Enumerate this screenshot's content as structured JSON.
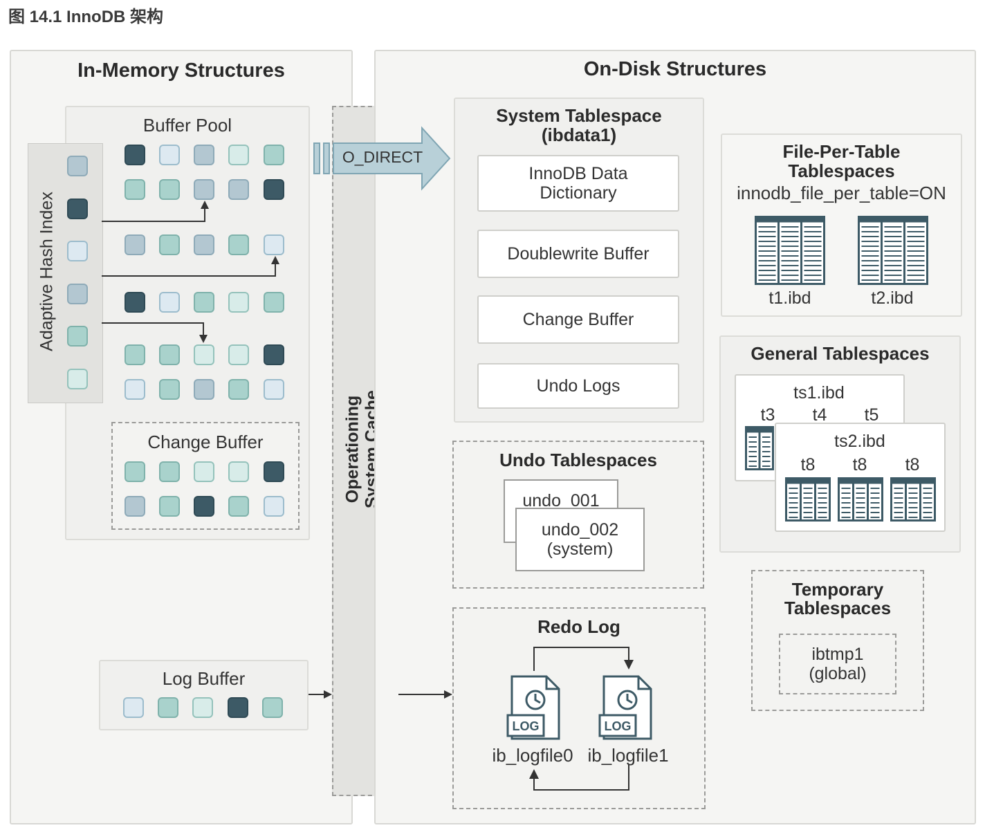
{
  "caption": "图 14.1 InnoDB 架构",
  "in_memory": {
    "title": "In-Memory Structures",
    "buffer_pool": "Buffer Pool",
    "adaptive_hash_index": "Adaptive Hash Index",
    "change_buffer": "Change Buffer",
    "log_buffer": "Log Buffer"
  },
  "os_cache": {
    "line1": "Operationing",
    "line2": "System Cache",
    "o_direct": "O_DIRECT"
  },
  "on_disk": {
    "title": "On-Disk Structures",
    "system_tablespace": {
      "title1": "System Tablespace",
      "title2": "(ibdata1)",
      "items": [
        {
          "line1": "InnoDB Data",
          "line2": "Dictionary"
        },
        {
          "line1": "Doublewrite Buffer",
          "line2": ""
        },
        {
          "line1": "Change Buffer",
          "line2": ""
        },
        {
          "line1": "Undo Logs",
          "line2": ""
        }
      ]
    },
    "file_per_table": {
      "title1": "File-Per-Table",
      "title2": "Tablespaces",
      "setting": "innodb_file_per_table=ON",
      "files": [
        "t1.ibd",
        "t2.ibd"
      ]
    },
    "general_tablespaces": {
      "title": "General Tablespaces",
      "ts1": {
        "name": "ts1.ibd",
        "tables": [
          "t3",
          "t4",
          "t5"
        ]
      },
      "ts2": {
        "name": "ts2.ibd",
        "tables": [
          "t8",
          "t8",
          "t8"
        ]
      }
    },
    "undo_tablespaces": {
      "title": "Undo Tablespaces",
      "file1": "undo_001",
      "file2_line1": "undo_002",
      "file2_line2": "(system)"
    },
    "redo_log": {
      "title": "Redo Log",
      "files": [
        "ib_logfile0",
        "ib_logfile1"
      ],
      "icon_text": "LOG"
    },
    "temporary_tablespaces": {
      "title1": "Temporary",
      "title2": "Tablespaces",
      "file_line1": "ibtmp1",
      "file_line2": "(global)"
    }
  },
  "colors": {
    "dark": "#3d5a66",
    "teal": "#a9d2cc",
    "light": "#dde9f1",
    "grey": "#b3c7d1",
    "arrow_fill": "#b8d0d8"
  }
}
